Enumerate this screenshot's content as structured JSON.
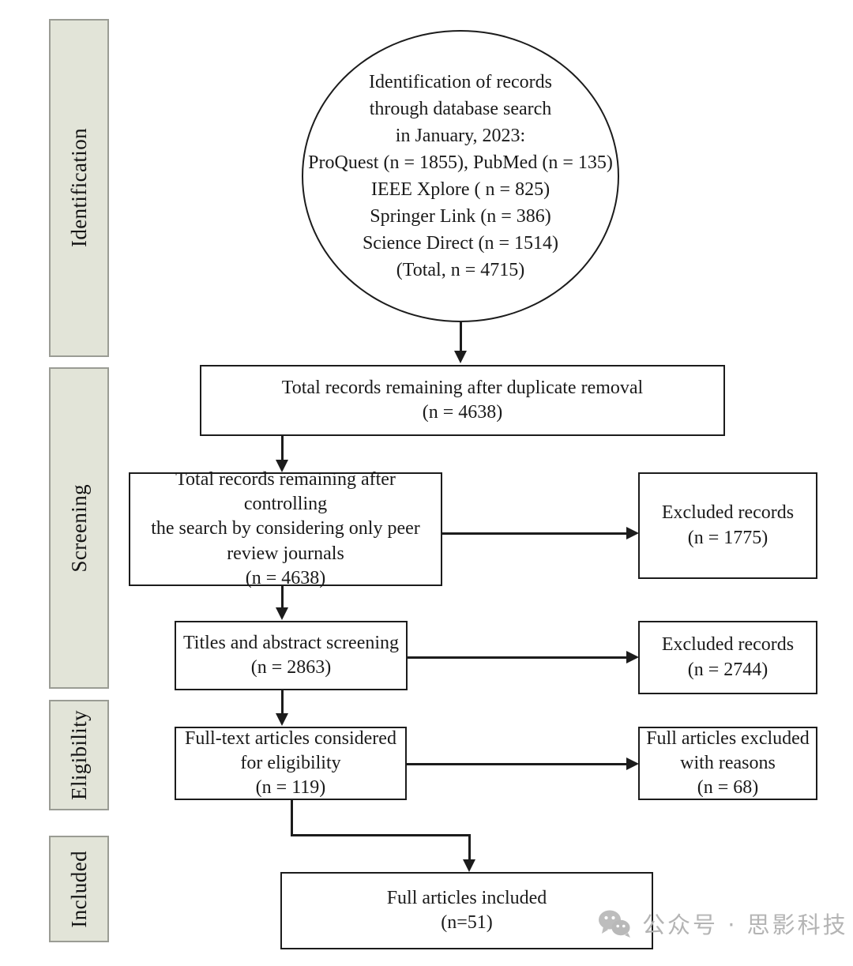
{
  "diagram": {
    "type": "prisma-flow-diagram",
    "phases": [
      {
        "id": "identification",
        "label": "Identification"
      },
      {
        "id": "screening",
        "label": "Screening"
      },
      {
        "id": "eligibility",
        "label": "Eligibility"
      },
      {
        "id": "included",
        "label": "Included"
      }
    ],
    "nodes": {
      "identification_circle": {
        "shape": "circle",
        "text": "Identification of records\nthrough database search\nin January, 2023:\nProQuest (n = 1855), PubMed (n = 135)\nIEEE Xplore ( n = 825)\nSpringer Link (n = 386)\nScience Direct (n = 1514)\n(Total, n = 4715)",
        "sources": [
          {
            "name": "ProQuest",
            "n": 1855
          },
          {
            "name": "PubMed",
            "n": 135
          },
          {
            "name": "IEEE Xplore",
            "n": 825
          },
          {
            "name": "Springer Link",
            "n": 386
          },
          {
            "name": "Science Direct",
            "n": 1514
          }
        ],
        "total": 4715,
        "search_date": "January, 2023"
      },
      "duplicate_removal": {
        "shape": "rect",
        "text": "Total records remaining after duplicate removal\n(n = 4638)",
        "n": 4638
      },
      "peer_review_filter": {
        "shape": "rect",
        "text": "Total records remaining after controlling\nthe search  by considering only peer\nreview journals\n(n = 4638)",
        "n": 4638
      },
      "excluded_peer_review": {
        "shape": "rect",
        "text": "Excluded records\n(n = 1775)",
        "n": 1775
      },
      "title_abstract_screening": {
        "shape": "rect",
        "text": "Titles and abstract screening\n(n = 2863)",
        "n": 2863
      },
      "excluded_title_abstract": {
        "shape": "rect",
        "text": "Excluded records\n(n = 2744)",
        "n": 2744
      },
      "full_text_eligibility": {
        "shape": "rect",
        "text": "Full-text articles considered\nfor eligibility\n(n = 119)",
        "n": 119
      },
      "excluded_full_text": {
        "shape": "rect",
        "text": "Full articles excluded\nwith reasons\n(n = 68)",
        "n": 68
      },
      "included_final": {
        "shape": "rect",
        "text": "Full articles included\n(n=51)",
        "n": 51
      }
    },
    "colors": {
      "phase_fill": "#e2e4d8",
      "phase_border": "#9a9c94",
      "node_border": "#1c1c1c",
      "node_fill": "#ffffff",
      "connector": "#1c1c1c",
      "watermark": "#b4b4b4"
    }
  },
  "watermark": {
    "icon": "wechat-icon",
    "text": "公众号 · 思影科技"
  }
}
